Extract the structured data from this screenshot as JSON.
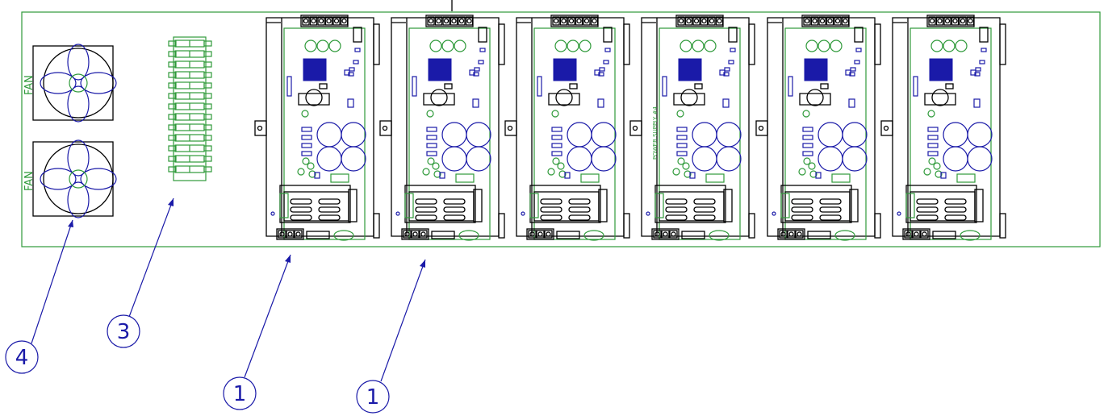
{
  "fan_label": "FAN",
  "supply_label": "POWER SUPPLY #4",
  "callouts": [
    "4",
    "3",
    "1",
    "1"
  ],
  "colors": {
    "board": "#2f9a3a",
    "blue": "#1a1aa8",
    "black": "#000000"
  }
}
